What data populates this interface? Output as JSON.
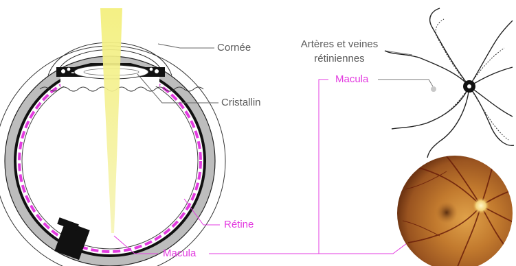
{
  "labels": {
    "cornee": "Cornée",
    "cristallin": "Cristallin",
    "retine": "Rétine",
    "macula_bottom": "Macula",
    "macula_top": "Macula",
    "arteres_line1": "Artères et veines",
    "arteres_line2": "rétiniennes"
  },
  "colors": {
    "pink": "#e33be0",
    "gray_text": "#5a5a5a",
    "light_beam": "#f0ee8a",
    "sclera_gray": "#bdbdbd"
  }
}
